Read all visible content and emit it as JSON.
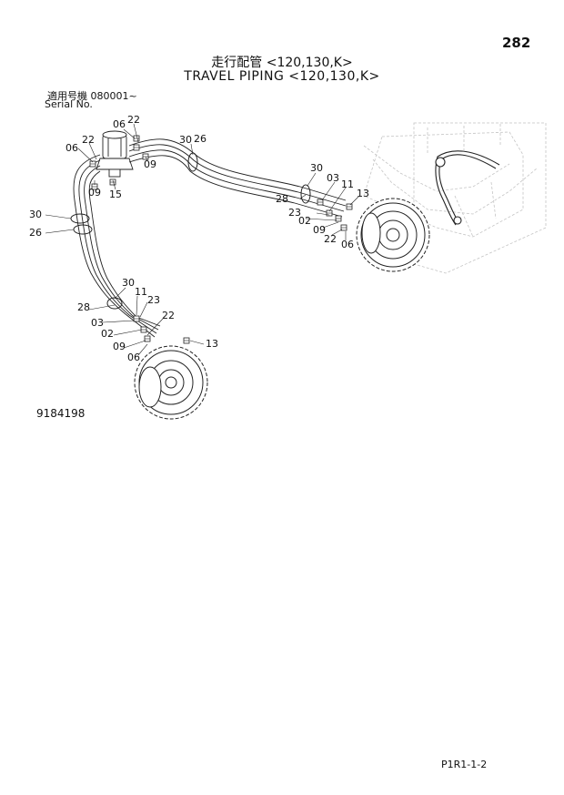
{
  "header": {
    "page_number": "282",
    "title_jp": "走行配管 <120,130,K>",
    "title_en": "TRAVEL PIPING <120,130,K>",
    "serial_label_jp": "適用号機  080001~",
    "serial_label_en": "Serial No."
  },
  "drawing_number": "9184198",
  "page_code": "P1R1-1-2",
  "callouts": {
    "c06_top": "06",
    "c22_top": "22",
    "c06_left": "06",
    "c22_left": "22",
    "c09_left": "09",
    "c15": "15",
    "c09_mid": "09",
    "c30_top": "30",
    "c26_top": "26",
    "c30_left": "30",
    "c26_left": "26",
    "c30_r": "30",
    "c03_r": "03",
    "c11_r": "11",
    "c28_r": "28",
    "c23_r": "23",
    "c13_r": "13",
    "c02_r": "02",
    "c09_r": "09",
    "c22_r": "22",
    "c06_r": "06",
    "c30_b": "30",
    "c11_b": "11",
    "c28_b": "28",
    "c23_b": "23",
    "c03_b": "03",
    "c22_b": "22",
    "c02_b": "02",
    "c09_b": "09",
    "c06_b": "06",
    "c13_b": "13"
  }
}
